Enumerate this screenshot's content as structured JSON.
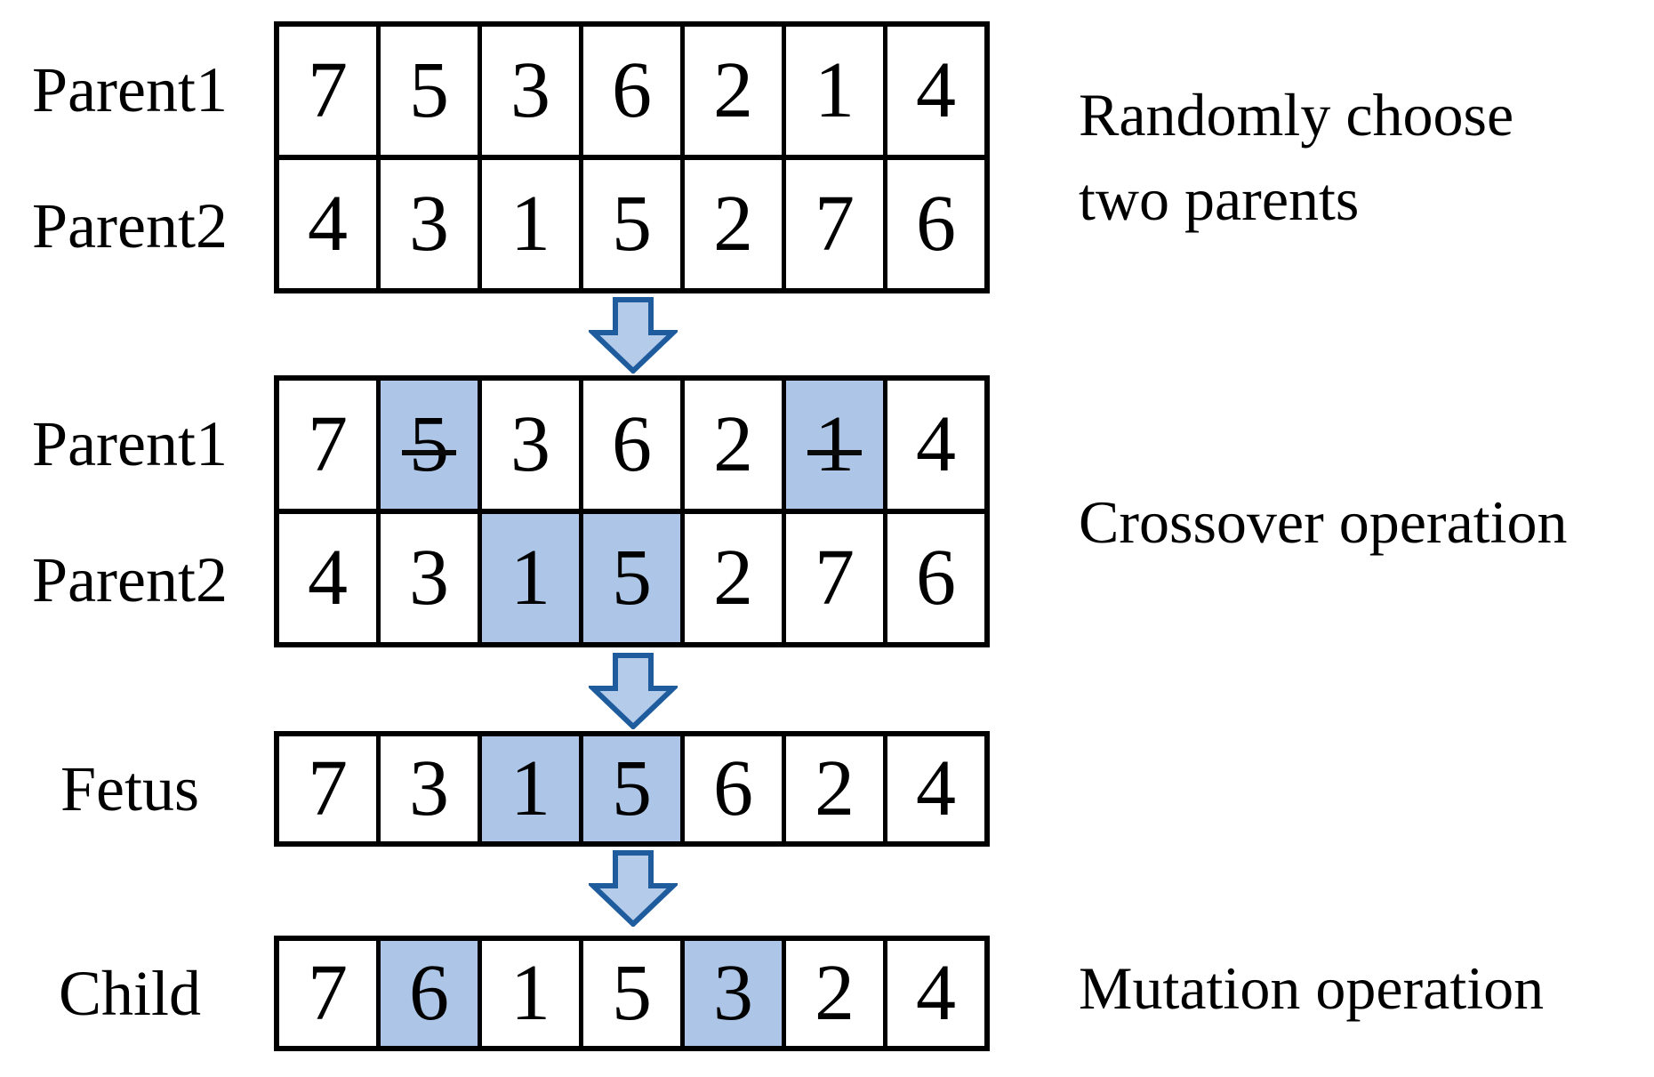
{
  "colors": {
    "highlight": "#ADC6E7",
    "arrow_fill": "#B4CBE9",
    "arrow_stroke": "#1F5C9E",
    "table_border": "#000000"
  },
  "sections": {
    "selection": {
      "annotation": {
        "line1": "Randomly choose",
        "line2": "two parents"
      },
      "parent1": {
        "label": "Parent1",
        "cells": [
          "7",
          "5",
          "3",
          "6",
          "2",
          "1",
          "4"
        ]
      },
      "parent2": {
        "label": "Parent2",
        "cells": [
          "4",
          "3",
          "1",
          "5",
          "2",
          "7",
          "6"
        ]
      }
    },
    "crossover": {
      "annotation": {
        "line1": "Crossover operation"
      },
      "parent1": {
        "label": "Parent1",
        "cells": [
          "7",
          "5",
          "3",
          "6",
          "2",
          "1",
          "4"
        ],
        "highlighted_strikethrough_indices": [
          1,
          5
        ]
      },
      "parent2": {
        "label": "Parent2",
        "cells": [
          "4",
          "3",
          "1",
          "5",
          "2",
          "7",
          "6"
        ],
        "highlighted_indices": [
          2,
          3
        ]
      }
    },
    "fetus": {
      "label": "Fetus",
      "cells": [
        "7",
        "3",
        "1",
        "5",
        "6",
        "2",
        "4"
      ],
      "highlighted_indices": [
        2,
        3
      ]
    },
    "mutation": {
      "annotation": {
        "line1": "Mutation operation"
      },
      "child": {
        "label": "Child",
        "cells": [
          "7",
          "6",
          "1",
          "5",
          "3",
          "2",
          "4"
        ],
        "highlighted_indices": [
          1,
          4
        ]
      }
    }
  }
}
